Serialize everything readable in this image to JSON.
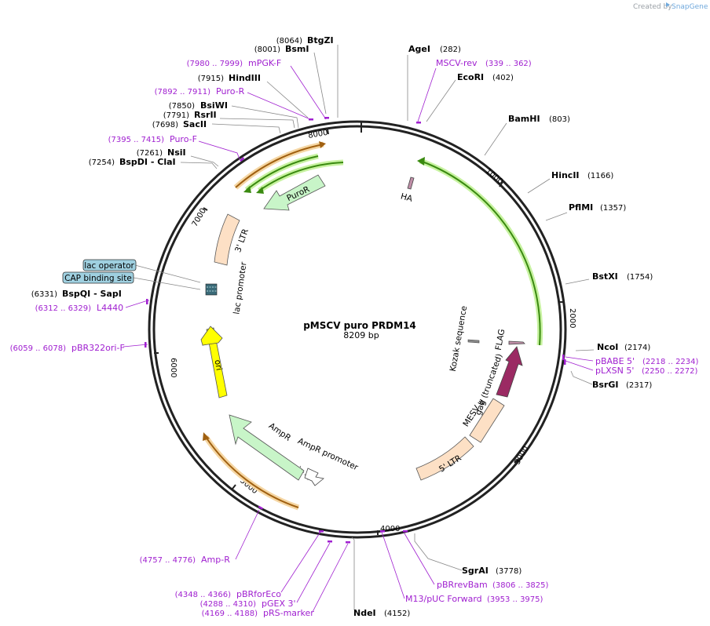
{
  "map": {
    "name": "pMSCV puro PRDM14",
    "length_label": "8209 bp",
    "length": 8209
  },
  "credit": {
    "prefix": "Created by",
    "brand": "SnapGene"
  },
  "ticks": [
    "1000",
    "2000",
    "3000",
    "4000",
    "5000",
    "6000",
    "7000",
    "8000"
  ],
  "sites": [
    {
      "name": "BtgZI",
      "pos": "(8064)"
    },
    {
      "name": "BsmI",
      "pos": "(8001)"
    },
    {
      "name": "HindIII",
      "pos": "(7915)"
    },
    {
      "name": "BsiWI",
      "pos": "(7850)"
    },
    {
      "name": "RsrII",
      "pos": "(7791)"
    },
    {
      "name": "SacII",
      "pos": "(7698)"
    },
    {
      "name": "NsiI",
      "pos": "(7261)"
    },
    {
      "name": "BspDI - ClaI",
      "pos": "(7254)"
    },
    {
      "name": "BspQI - SapI",
      "pos": "(6331)"
    },
    {
      "name": "AgeI",
      "pos": "(282)"
    },
    {
      "name": "EcoRI",
      "pos": "(402)"
    },
    {
      "name": "BamHI",
      "pos": "(803)"
    },
    {
      "name": "HincII",
      "pos": "(1166)"
    },
    {
      "name": "PflMI",
      "pos": "(1357)"
    },
    {
      "name": "BstXI",
      "pos": "(1754)"
    },
    {
      "name": "NcoI",
      "pos": "(2174)"
    },
    {
      "name": "BsrGI",
      "pos": "(2317)"
    },
    {
      "name": "SgrAI",
      "pos": "(3778)"
    },
    {
      "name": "NdeI",
      "pos": "(4152)"
    }
  ],
  "primers": [
    {
      "name": "mPGK-F",
      "pos": "(7980 .. 7999)"
    },
    {
      "name": "Puro-R",
      "pos": "(7892 .. 7911)"
    },
    {
      "name": "Puro-F",
      "pos": "(7395 .. 7415)"
    },
    {
      "name": "L4440",
      "pos": "(6312 .. 6329)"
    },
    {
      "name": "pBR322ori-F",
      "pos": "(6059 .. 6078)"
    },
    {
      "name": "Amp-R",
      "pos": "(4757 .. 4776)"
    },
    {
      "name": "pBRforEco",
      "pos": "(4348 .. 4366)"
    },
    {
      "name": "pGEX 3'",
      "pos": "(4288 .. 4310)"
    },
    {
      "name": "pRS-marker",
      "pos": "(4169 .. 4188)"
    },
    {
      "name": "MSCV-rev",
      "pos": "(339 .. 362)"
    },
    {
      "name": "pBABE 5'",
      "pos": "(2218 .. 2234)"
    },
    {
      "name": "pLXSN 5'",
      "pos": "(2250 .. 2272)"
    },
    {
      "name": "pBRrevBam",
      "pos": "(3806 .. 3825)"
    },
    {
      "name": "M13/pUC Forward",
      "pos": "(3953 .. 3975)"
    }
  ],
  "boxed_features": [
    {
      "name": "lac operator"
    },
    {
      "name": "CAP binding site"
    }
  ],
  "features": [
    {
      "name": "HA",
      "color": "#c08fa8"
    },
    {
      "name": "FLAG",
      "color": "#c08fa8"
    },
    {
      "name": "Kozak sequence",
      "color": "#888888"
    },
    {
      "name": "gag (truncated)",
      "color": "#9b2a63"
    },
    {
      "name": "MESV ψ",
      "color": "#fde0c5"
    },
    {
      "name": "5' LTR",
      "color": "#fde0c5"
    },
    {
      "name": "3' LTR",
      "color": "#fde0c5"
    },
    {
      "name": "PuroR",
      "color": "#c8f5c8"
    },
    {
      "name": "lac promoter",
      "color": "#3a6a78"
    },
    {
      "name": "ori",
      "color": "#ffff00"
    },
    {
      "name": "AmpR",
      "color": "#c8f5c8"
    },
    {
      "name": "AmpR promoter",
      "color": "#ffffff"
    }
  ],
  "colors": {
    "backbone": "#222222",
    "primer": "#a020d0",
    "orf_green": "#3a8a10",
    "orf_orange": "#a06010",
    "box_fill": "#9fd0e0"
  }
}
